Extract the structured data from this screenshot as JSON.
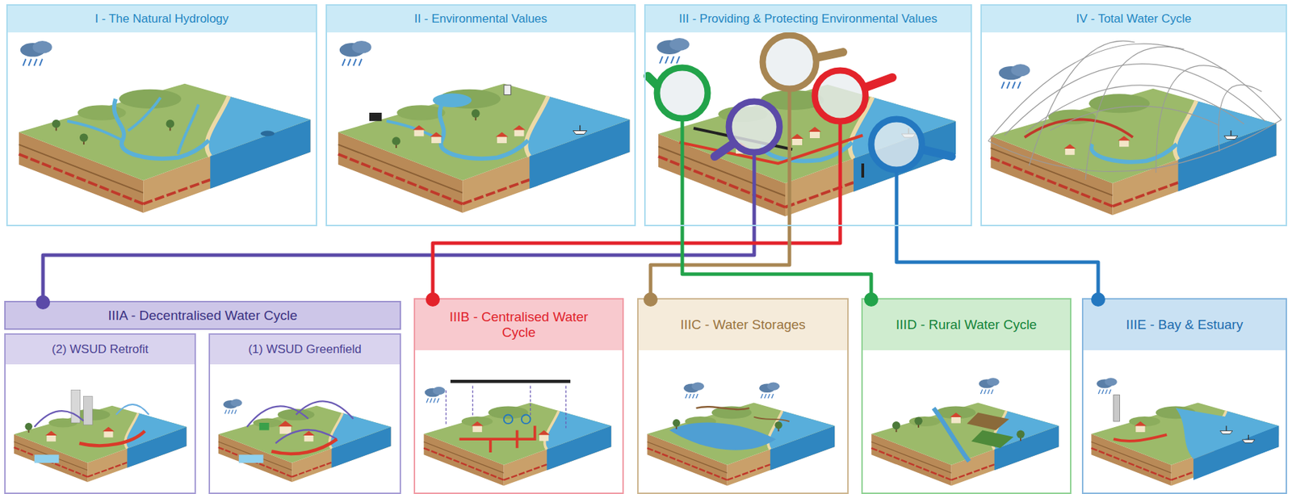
{
  "diagram": {
    "nodes": [
      {
        "text": [
          "I - The Natural Hydrology"
        ]
      },
      {
        "text": [
          "II - Environmental Values"
        ]
      },
      {
        "text": [
          "III - Providing & Protecting Environmental Values"
        ]
      },
      {
        "text": [
          "IV - Total Water Cycle"
        ]
      },
      {
        "text": [
          "IIIA - Decentralised Water Cycle"
        ]
      },
      {
        "text": [
          "(2) WSUD Retrofit"
        ],
        "in": 4
      },
      {
        "text": [
          "(1) WSUD Greenfield"
        ],
        "in": 4
      },
      {
        "text": [
          "IIIB - Centralised Water Cycle"
        ]
      },
      {
        "text": [
          "IIIC - Water Storages"
        ]
      },
      {
        "text": [
          "IIID - Rural Water Cycle"
        ]
      },
      {
        "text": [
          "IIIE - Bay & Estuary"
        ]
      }
    ],
    "edges": [
      {
        "from": 2,
        "to": 4,
        "arrow": "none"
      },
      {
        "from": 2,
        "to": 7,
        "arrow": "none"
      },
      {
        "from": 2,
        "to": 8,
        "arrow": "none"
      },
      {
        "from": 2,
        "to": 9,
        "arrow": "none"
      },
      {
        "from": 2,
        "to": 10,
        "arrow": "none"
      }
    ]
  }
}
